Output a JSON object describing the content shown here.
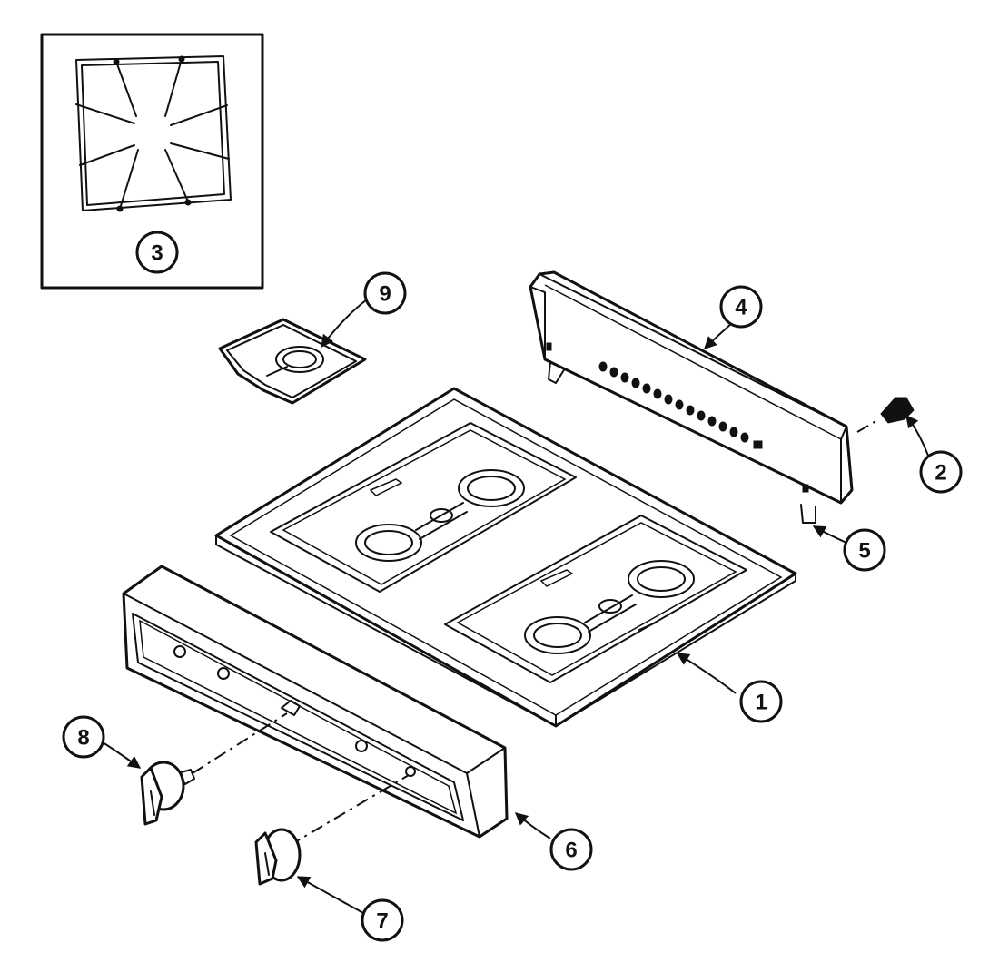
{
  "diagram": {
    "callouts": [
      {
        "id": "1",
        "label": "1"
      },
      {
        "id": "2",
        "label": "2"
      },
      {
        "id": "3",
        "label": "3"
      },
      {
        "id": "4",
        "label": "4"
      },
      {
        "id": "5",
        "label": "5"
      },
      {
        "id": "6",
        "label": "6"
      },
      {
        "id": "7",
        "label": "7"
      },
      {
        "id": "8",
        "label": "8"
      },
      {
        "id": "9",
        "label": "9"
      }
    ]
  }
}
